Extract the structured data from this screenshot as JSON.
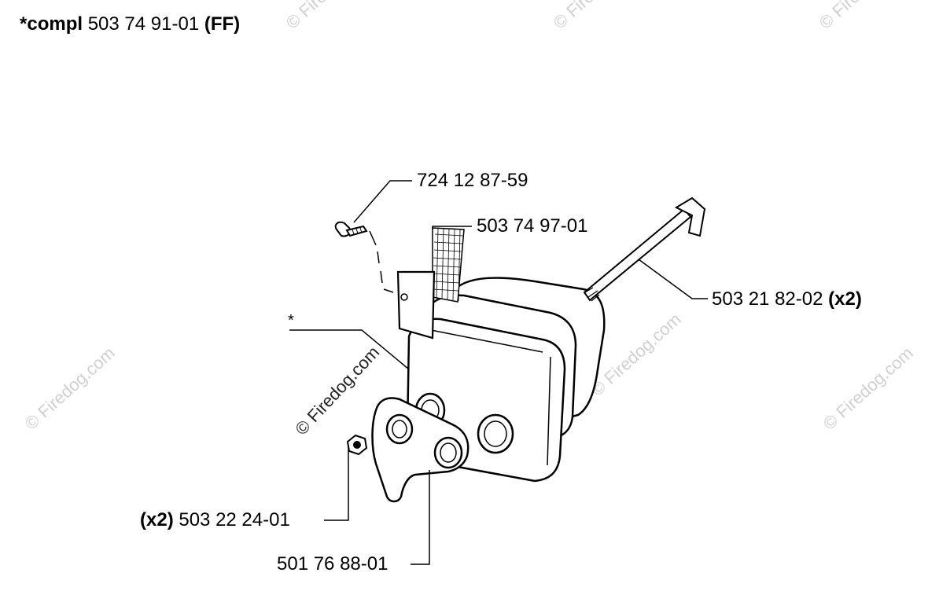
{
  "header": {
    "prefix": "*compl",
    "part": "503 74 91-01",
    "suffix": "(FF)"
  },
  "callouts": [
    {
      "id": "screw",
      "text": "724 12 87-59"
    },
    {
      "id": "screen",
      "text": "503 74 97-01"
    },
    {
      "id": "bolt",
      "text": "503 21 82-02",
      "qty": "(x2)"
    },
    {
      "id": "assembly",
      "text": "*"
    },
    {
      "id": "nut",
      "text": "503 22 24-01",
      "qty": "(x2)"
    },
    {
      "id": "gasket",
      "text": "501 76 88-01"
    }
  ],
  "watermark": {
    "text": "© Firedog.com",
    "color": "#c8c8c8"
  },
  "colors": {
    "ink": "#000000",
    "background": "#ffffff"
  }
}
